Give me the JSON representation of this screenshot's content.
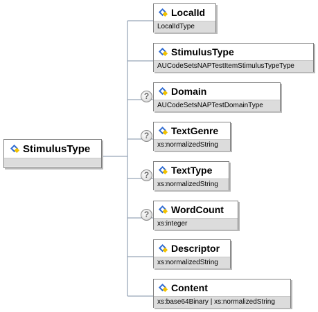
{
  "root": {
    "name": "StimulusType",
    "type": ""
  },
  "children": [
    {
      "id": "localid",
      "name": "LocalId",
      "type": "LocalIdType",
      "optional": false
    },
    {
      "id": "stimulustype",
      "name": "StimulusType",
      "type": "AUCodeSetsNAPTestItemStimulusTypeType",
      "optional": false
    },
    {
      "id": "domain",
      "name": "Domain",
      "type": "AUCodeSetsNAPTestDomainType",
      "optional": true
    },
    {
      "id": "textgenre",
      "name": "TextGenre",
      "type": "xs:normalizedString",
      "optional": true
    },
    {
      "id": "texttype",
      "name": "TextType",
      "type": "xs:normalizedString",
      "optional": true
    },
    {
      "id": "wordcount",
      "name": "WordCount",
      "type": "xs:integer",
      "optional": true
    },
    {
      "id": "descriptor",
      "name": "Descriptor",
      "type": "xs:normalizedString",
      "optional": false
    },
    {
      "id": "content",
      "name": "Content",
      "type": "xs:base64Binary | xs:normalizedString",
      "optional": false
    }
  ],
  "optional_marker": "?",
  "icon": "element-diamond-icon",
  "colors": {
    "border": "#7f7f7f",
    "type_bg": "#dcdcdc",
    "connector": "#7d8fa6",
    "icon_blue": "#2f6bd1",
    "icon_yellow": "#f2c200"
  }
}
